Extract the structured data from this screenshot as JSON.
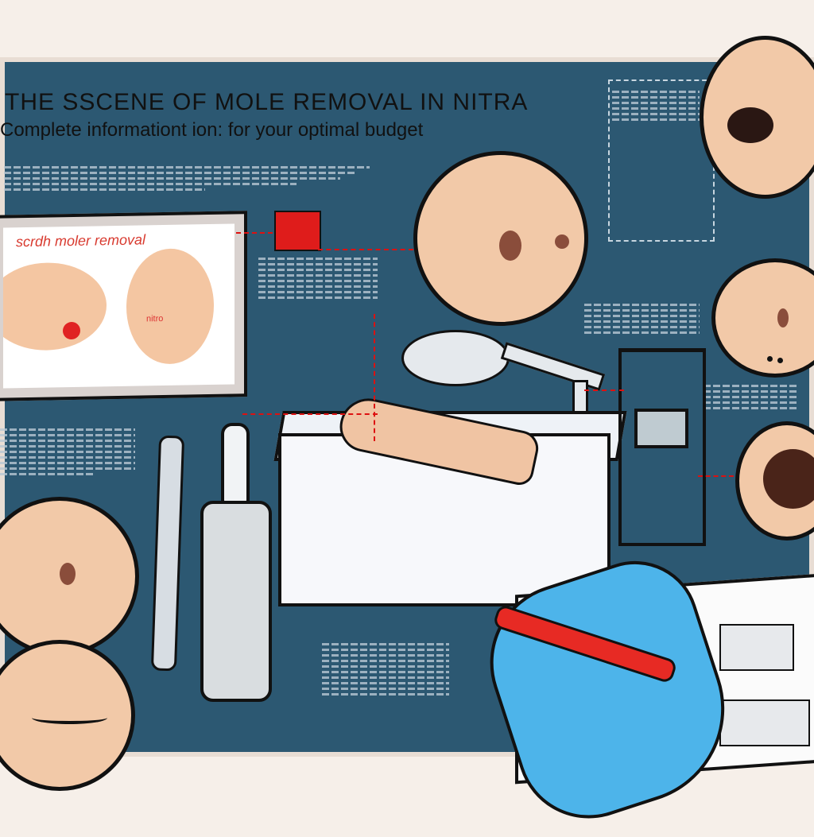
{
  "headline": {
    "title": "THE SSCENE OF MOLE REMOVAL IN NITRA",
    "subtitle": "Complete informationt ion: for your optimal budget"
  },
  "poster": {
    "label": "scrdh moler removal",
    "small_label": "nitro"
  },
  "colors": {
    "board": "#2c5872",
    "skin": "#f2c9a8",
    "accent_red": "#df1c1b",
    "glove_blue": "#4db4ea"
  },
  "icons": [
    "mole-closeup-icon",
    "skin-circle-icon",
    "surgical-light-icon",
    "syringe-icon",
    "scalpel-icon",
    "monitor-icon",
    "gloved-hand-icon",
    "pen-icon",
    "report-book-icon"
  ]
}
